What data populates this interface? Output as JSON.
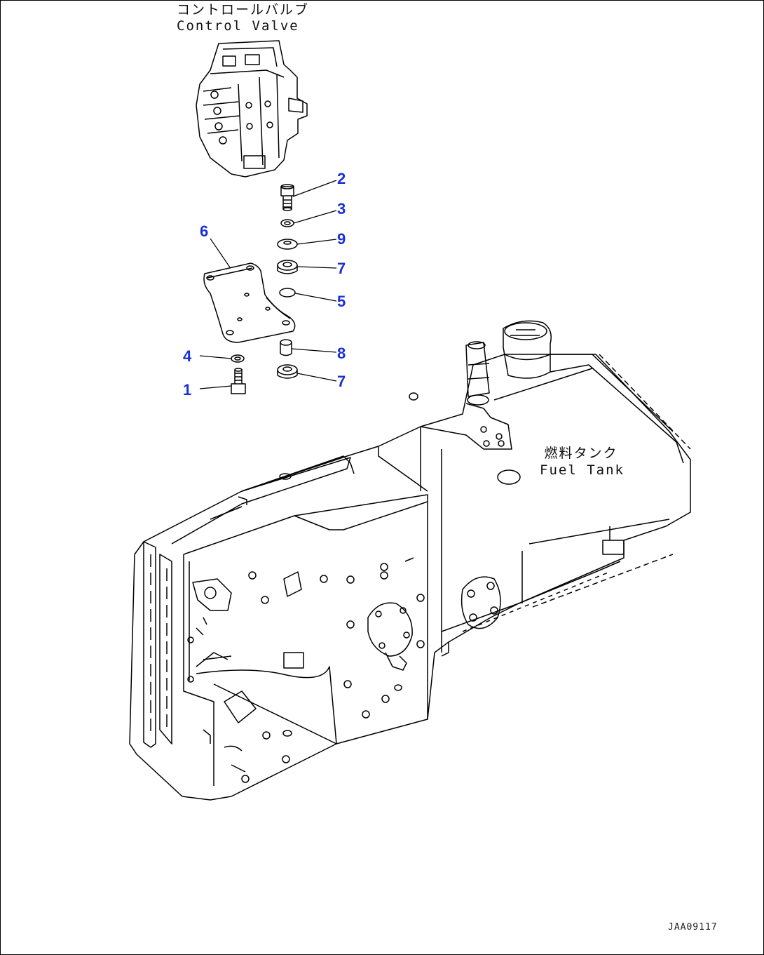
{
  "labels": {
    "control_valve_jp": "コントロールバルブ",
    "control_valve_en": "Control Valve",
    "fuel_tank_jp": "燃料タンク",
    "fuel_tank_en": "Fuel Tank"
  },
  "callouts": [
    {
      "id": "c2",
      "number": "2"
    },
    {
      "id": "c3",
      "number": "3"
    },
    {
      "id": "c9",
      "number": "9"
    },
    {
      "id": "c7a",
      "number": "7"
    },
    {
      "id": "c5",
      "number": "5"
    },
    {
      "id": "c6",
      "number": "6"
    },
    {
      "id": "c4",
      "number": "4"
    },
    {
      "id": "c8",
      "number": "8"
    },
    {
      "id": "c1",
      "number": "1"
    },
    {
      "id": "c7b",
      "number": "7"
    }
  ],
  "doc_id": "JAA09117",
  "colors": {
    "callout": "#1a2fd6",
    "line": "#000000",
    "background": "#ffffff"
  }
}
